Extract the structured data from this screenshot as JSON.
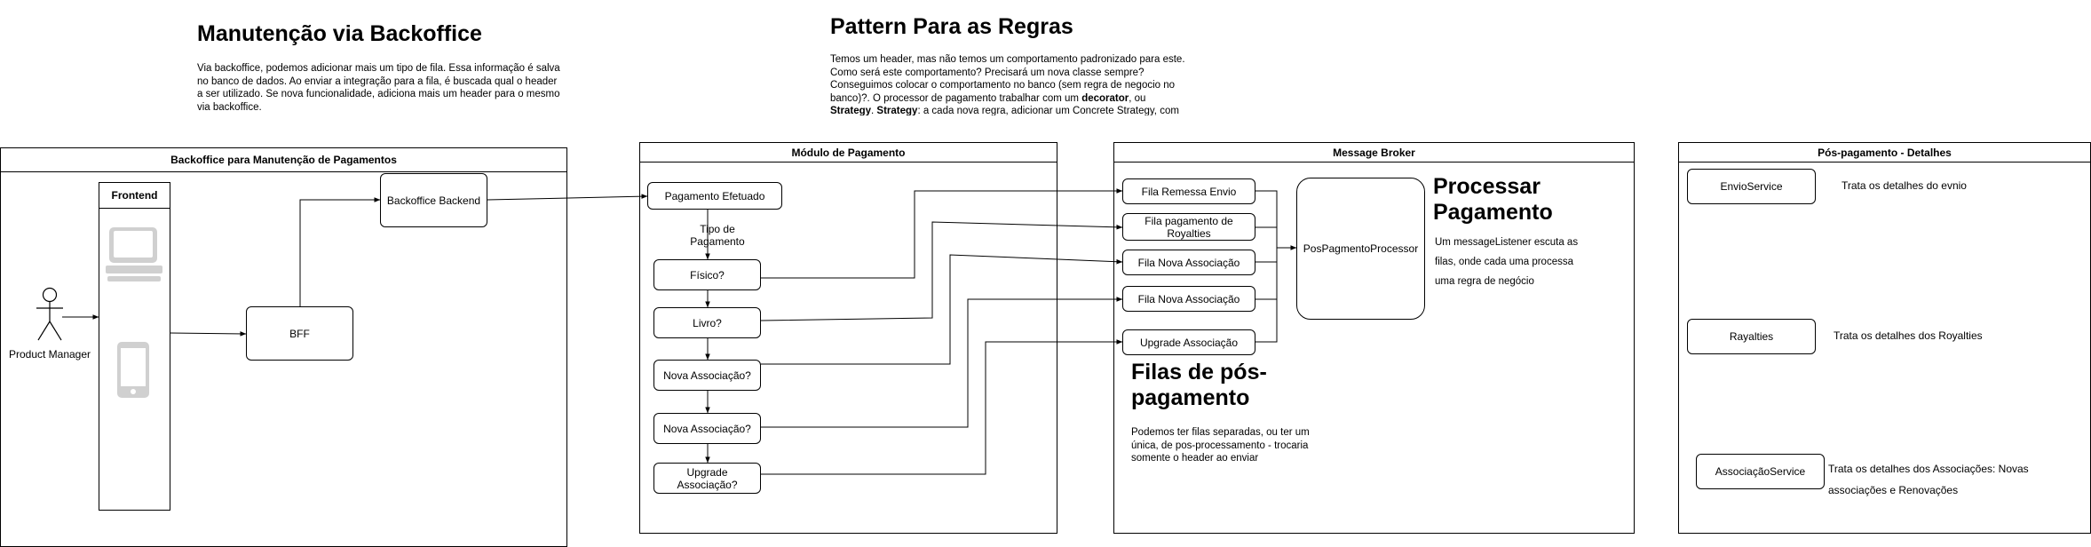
{
  "headings": {
    "backoffice_title": "Manutenção via Backoffice",
    "backoffice_text": "Via backoffice, podemos adicionar mais um tipo de fila. Essa informação é salva no banco de dados. Ao enviar a integração para a fila, é buscada qual o header a ser utilizado. Se nova funcionalidade, adiciona mais um header para o mesmo via backoffice.",
    "pattern_title": "Pattern Para as Regras",
    "pattern_text_1": "Temos um header, mas não temos um comportamento padronizado para este. Como será este comportamento? Precisará um nova classe sempre? Conseguimos colocar o comportamento no banco (sem regra de negocio no banco)?. O processor de pagamento trabalhar com um ",
    "pattern_text_decorator": "decorator",
    "pattern_text_2": ", ou ",
    "pattern_text_strategy": "Strategy",
    "pattern_text_3": ". ",
    "pattern_text_strategy2": "Strategy",
    "pattern_text_4": ": a cada nova regra, adicionar um Concrete Strategy, com"
  },
  "backoffice_pool": {
    "title": "Backoffice para Manutenção de Pagamentos",
    "actor_label": "Product Manager",
    "frontend_title": "Frontend",
    "bff_label": "BFF",
    "backend_label": "Backoffice Backend",
    "icons": [
      "monitor-icon",
      "smartphone-icon",
      "person-icon"
    ]
  },
  "payment_pool": {
    "title": "Módulo de Pagamento",
    "start_node": "Pagamento Efetuado",
    "edge_label": "Tipo de Pagamento",
    "decisions": [
      "Físico?",
      "Livro?",
      "Nova Associação?",
      "Nova Associação?",
      "Upgrade Associação?"
    ]
  },
  "broker_pool": {
    "title": "Message Broker",
    "queues": [
      "Fila Remessa Envio",
      "Fila pagamento de Royalties",
      "Fila Nova Associação",
      "Fila Nova Associação",
      "Upgrade Associação"
    ],
    "processor_label": "PosPagmentoProcessor",
    "processar_title": "Processar Pagamento",
    "processar_text": "Um messageListener escuta as filas, onde cada uma processa uma regra de negócio",
    "filas_title": "Filas de pós-pagamento",
    "filas_text": "Podemos ter filas separadas, ou ter um única, de pos-processamento - trocaria somente o header ao enviar"
  },
  "post_pool": {
    "title": "Pós-pagamento - Detalhes",
    "services": [
      {
        "name": "EnvioService",
        "desc": "Trata os detalhes do evnio"
      },
      {
        "name": "Rayalties",
        "desc": "Trata os detalhes dos Royalties"
      },
      {
        "name": "AssociaçãoService",
        "desc": "Trata os detalhes dos Associações: Novas associações e Renovações"
      }
    ]
  }
}
